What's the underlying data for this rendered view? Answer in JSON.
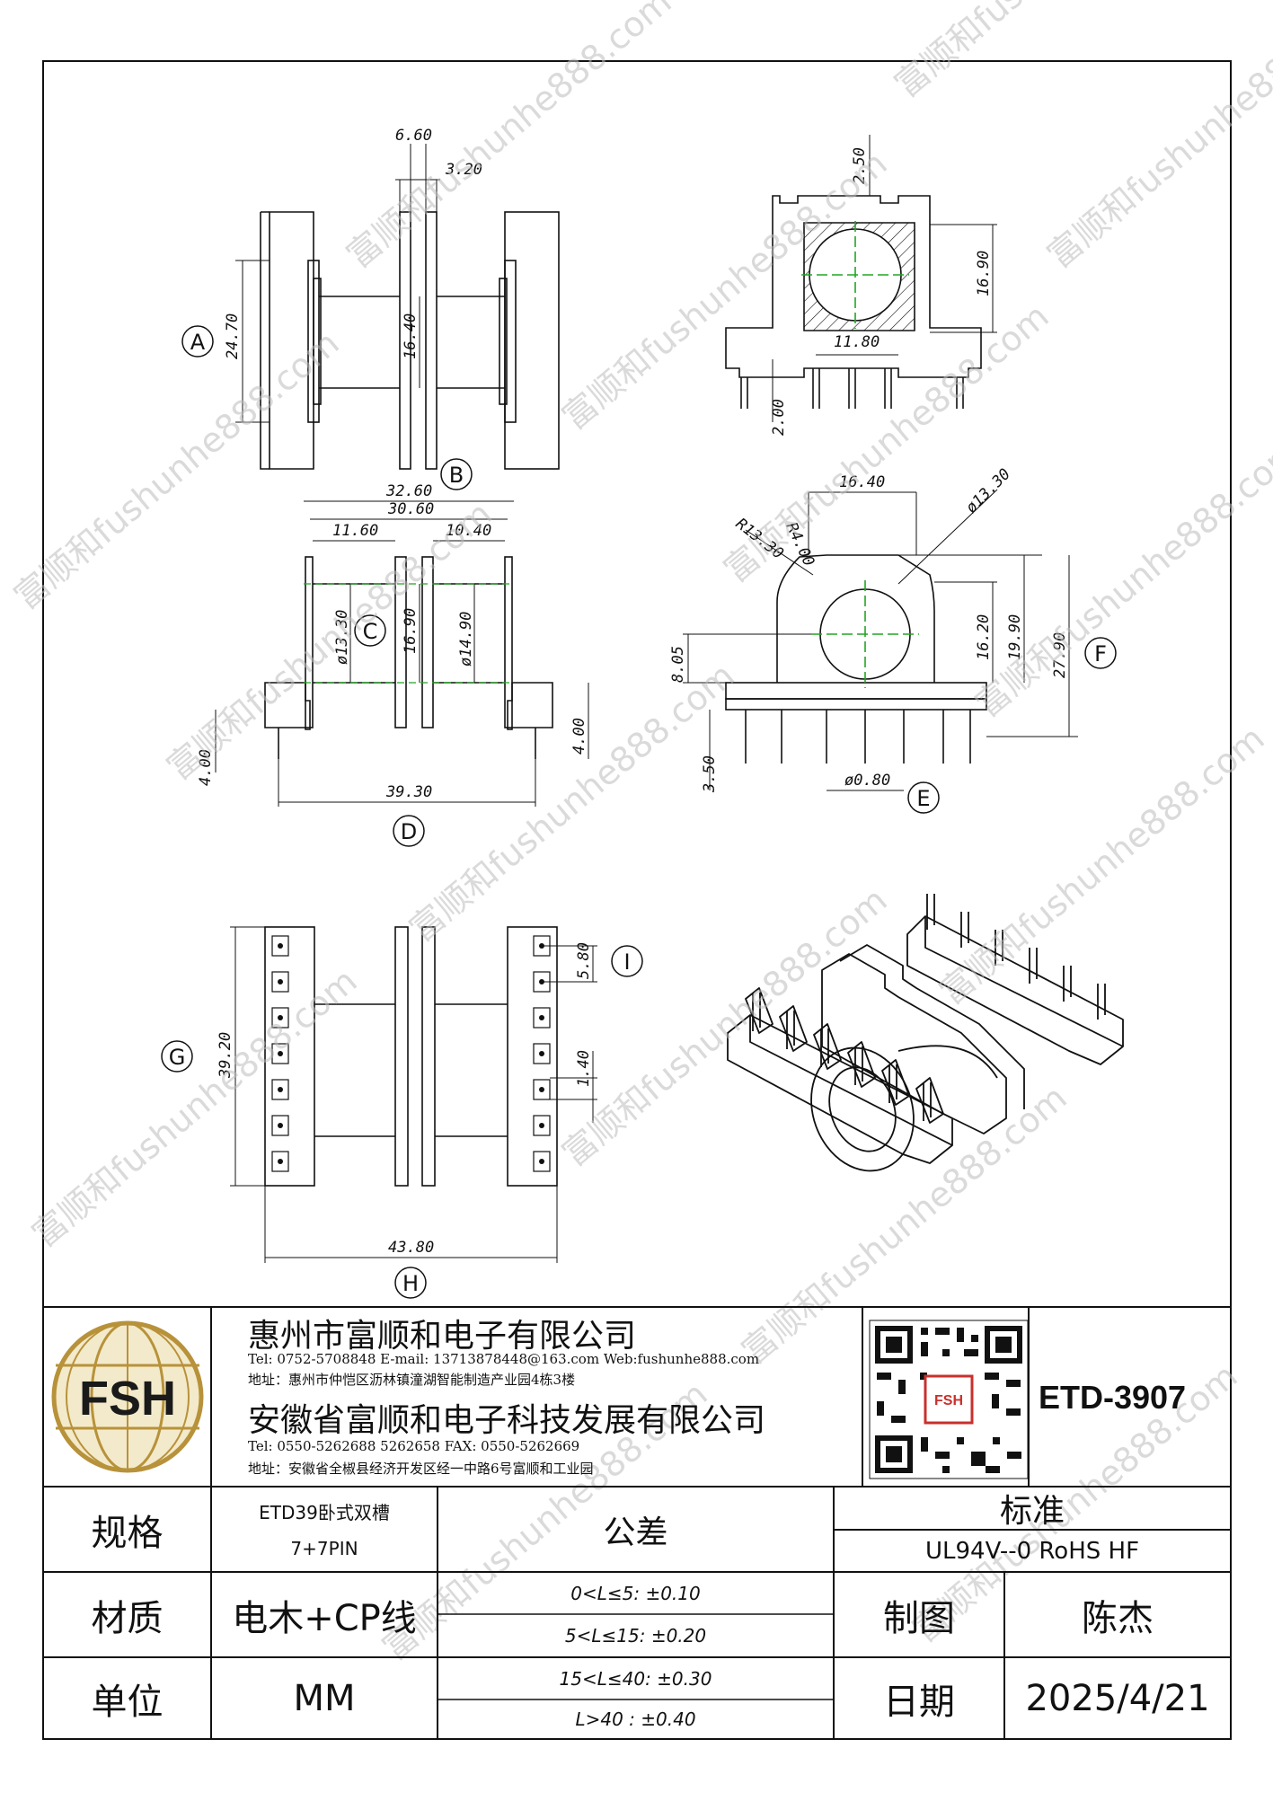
{
  "drawing": {
    "views": {
      "front": {
        "labels": {
          "a": "A",
          "b": "B"
        },
        "dims": {
          "top_width": "6.60",
          "slot_width": "3.20",
          "height_a": "24.70",
          "inner_height": "16.40"
        }
      },
      "side": {
        "dims": {
          "top": "2.50",
          "height": "16.90",
          "window": "11.80",
          "pin_len": "2.00"
        }
      },
      "section": {
        "labels": {
          "c": "C",
          "d": "D"
        },
        "dims": {
          "overall": "32.60",
          "inner": "30.60",
          "left_win": "11.60",
          "right_win": "10.40",
          "dia_c": "ø13.30",
          "mid": "16.90",
          "dia_right": "ø14.90",
          "pin_left": "4.00",
          "pin_right": "4.00",
          "base": "39.30"
        }
      },
      "end": {
        "labels": {
          "e": "E",
          "f": "F"
        },
        "dims": {
          "top": "16.40",
          "radius_big": "R13.30",
          "radius_small": "R4.00",
          "dia": "ø13.30",
          "h1": "16.20",
          "h2": "19.90",
          "h3": "27.90",
          "center": "8.05",
          "pin": "3.50",
          "pin_dia": "ø0.80"
        }
      },
      "bottom": {
        "labels": {
          "g": "G",
          "h": "H",
          "i": "I"
        },
        "dims": {
          "height": "39.20",
          "pitch": "5.80",
          "slot": "1.40",
          "width": "43.80"
        }
      }
    },
    "watermark": {
      "text": "富顺和fushunhe888.com"
    }
  },
  "title_block": {
    "logo_text": "FSH",
    "company1": "惠州市富顺和电子有限公司",
    "company1_contact": "Tel: 0752-5708848  E-mail: 13713878448@163.com  Web:fushunhe888.com",
    "company1_address": "地址：惠州市仲恺区沥林镇潼湖智能制造产业园4栋3楼",
    "company2": "安徽省富顺和电子科技发展有限公司",
    "company2_contact": "Tel:  0550-5262688  5262658     FAX: 0550-5262669",
    "company2_address": "地址：安徽省全椒县经济开发区经一中路6号富顺和工业园",
    "qr_badge": "FSH",
    "model": "ETD-3907"
  },
  "spec_table": {
    "spec_label": "规格",
    "spec_value_line1": "ETD39卧式双槽",
    "spec_value_line2": "7+7PIN",
    "tolerance_label": "公差",
    "standard_label": "标准",
    "standard_value": "UL94V--0  RoHS HF",
    "material_label": "材质",
    "material_value": "电木+CP线",
    "tol1": "0<L≤5: ±0.10",
    "tol2": "5<L≤15: ±0.20",
    "tol3": "15<L≤40: ±0.30",
    "tol4": "L>40 :  ±0.40",
    "drawn_label": "制图",
    "drawn_value": "陈杰",
    "unit_label": "单位",
    "unit_value": "MM",
    "date_label": "日期",
    "date_value": "2025/4/21"
  }
}
